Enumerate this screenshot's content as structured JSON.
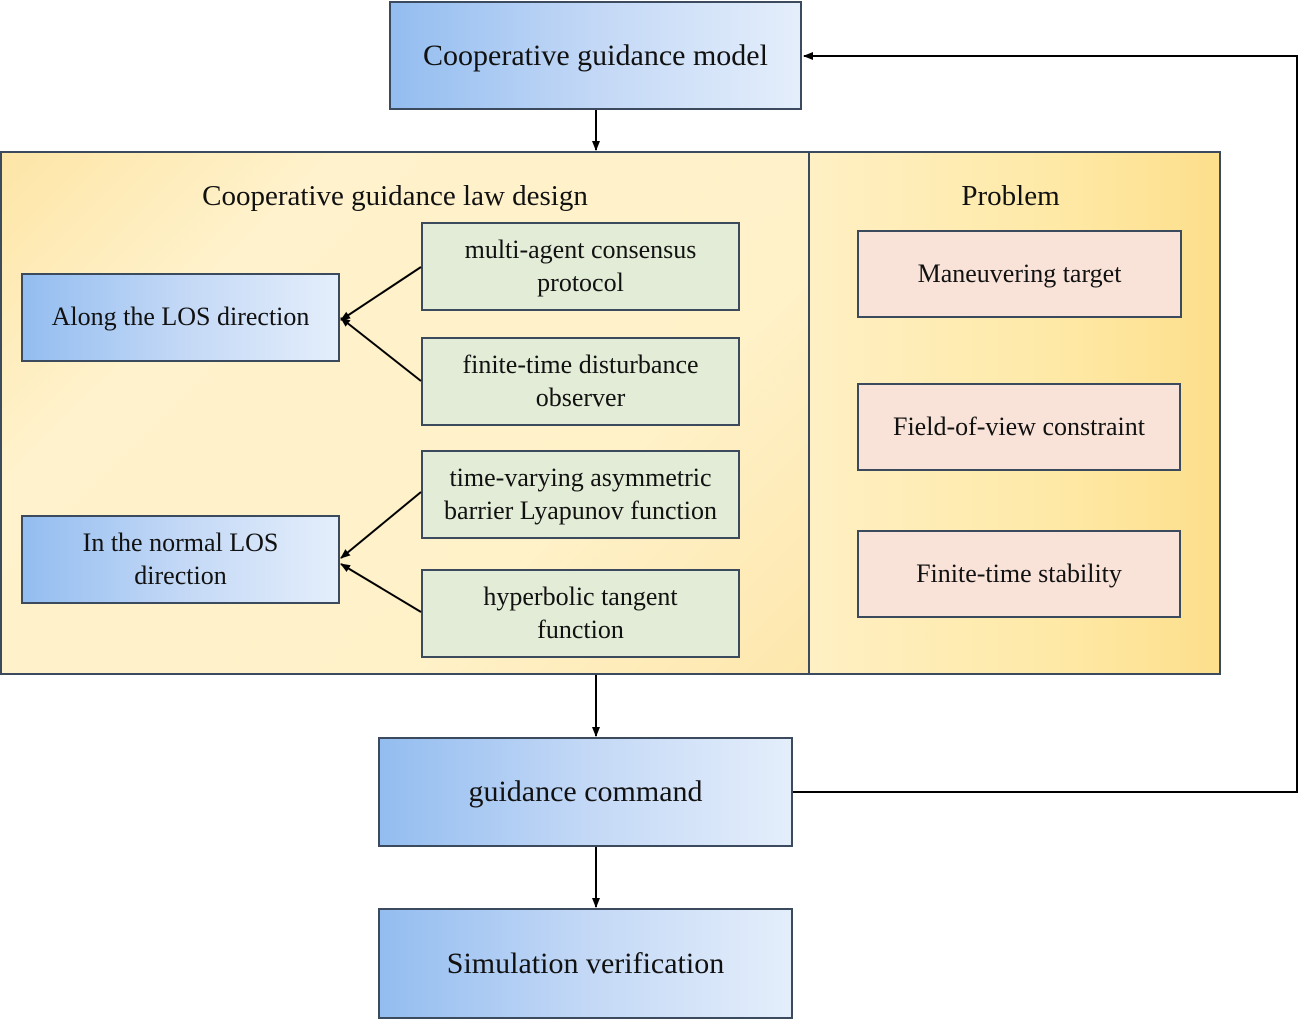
{
  "diagram": {
    "top": {
      "label": "Cooperative guidance model"
    },
    "design_panel": {
      "title": "Cooperative guidance law design",
      "directions": [
        {
          "label": "Along the LOS direction"
        },
        {
          "label": "In the normal LOS direction"
        }
      ],
      "methods": [
        {
          "label": "multi-agent consensus protocol",
          "feeds": "Along the LOS direction"
        },
        {
          "label": "finite-time disturbance observer",
          "feeds": "Along the LOS direction"
        },
        {
          "label": "time-varying asymmetric barrier Lyapunov  function",
          "feeds": "In the normal LOS direction"
        },
        {
          "label": "hyperbolic tangent function",
          "feeds": "In the normal LOS direction"
        }
      ]
    },
    "problem_panel": {
      "title": "Problem",
      "items": [
        {
          "label": "Maneuvering target"
        },
        {
          "label": "Field-of-view constraint"
        },
        {
          "label": "Finite-time stability"
        }
      ]
    },
    "command": {
      "label": "guidance command"
    },
    "verification": {
      "label": "Simulation verification"
    },
    "edges": [
      {
        "from": "Cooperative guidance model",
        "to": "Cooperative guidance law design"
      },
      {
        "from": "Cooperative guidance law design",
        "to": "guidance command"
      },
      {
        "from": "guidance command",
        "to": "Simulation verification"
      },
      {
        "from": "guidance command",
        "to": "Cooperative guidance model",
        "type": "feedback"
      }
    ],
    "colors": {
      "blue_box": "#c3d8f6",
      "green_box": "#e2ecd6",
      "pink_box": "#f9e3d8",
      "panel": "#fff1c8",
      "border": "#3b4a5c"
    }
  }
}
